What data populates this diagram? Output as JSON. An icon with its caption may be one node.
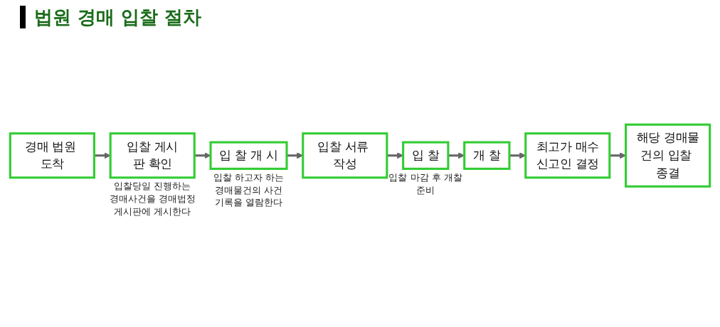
{
  "diagram": {
    "title": "법원 경매 입찰 절차",
    "nodes": [
      {
        "text": [
          "경매 법원 도착"
        ]
      },
      {
        "text": [
          "입찰 게시판 확인"
        ],
        "beside": [
          "입찰당일 진행하는 경매사건을 경매법정 게시판에 게시한다"
        ]
      },
      {
        "text": [
          "입 찰 개 시"
        ],
        "beside": [
          "입찰 하고자 하는 경매물건의 사건 기록을 열람한다"
        ]
      },
      {
        "text": [
          "입찰 서류 작성"
        ]
      },
      {
        "text": [
          "입 찰"
        ],
        "beside": [
          "입찰 마감 후 개찰 준비"
        ]
      },
      {
        "text": [
          "개 찰"
        ]
      },
      {
        "text": [
          "최고가 매수신고인 결정"
        ]
      },
      {
        "text": [
          "해당 경매물건의 입찰 종결"
        ]
      }
    ],
    "edges": [
      {
        "from": 0,
        "to": 1,
        "arrow": "to"
      },
      {
        "from": 1,
        "to": 2,
        "arrow": "to"
      },
      {
        "from": 2,
        "to": 3,
        "arrow": "to"
      },
      {
        "from": 3,
        "to": 4,
        "arrow": "to"
      },
      {
        "from": 4,
        "to": 5,
        "arrow": "to"
      },
      {
        "from": 5,
        "to": 6,
        "arrow": "to"
      },
      {
        "from": 6,
        "to": 7,
        "arrow": "to"
      }
    ]
  }
}
